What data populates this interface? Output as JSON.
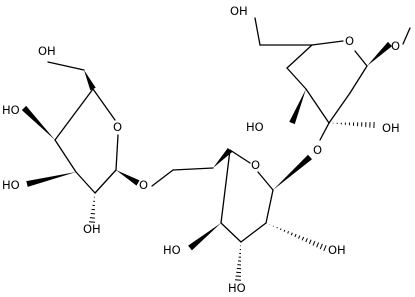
{
  "molecule": {
    "atoms": {
      "ring3_oh6": "OH",
      "ring3_oh4": "HO",
      "ring3_oh3": "HO",
      "ring3_oh2": "OH",
      "ring3_oring": "O",
      "glyco_link_left": "O",
      "ring2_oring": "O",
      "ring2_oh4": "HO",
      "ring2_oh3": "HO",
      "ring2_oh2": "OH",
      "glyco_link_right": "O",
      "ring1_oh6": "OH",
      "ring1_oring": "O",
      "ring1_oh4": "HO",
      "ring1_oh2": "OH",
      "ring1_oglycoside": "O"
    }
  }
}
